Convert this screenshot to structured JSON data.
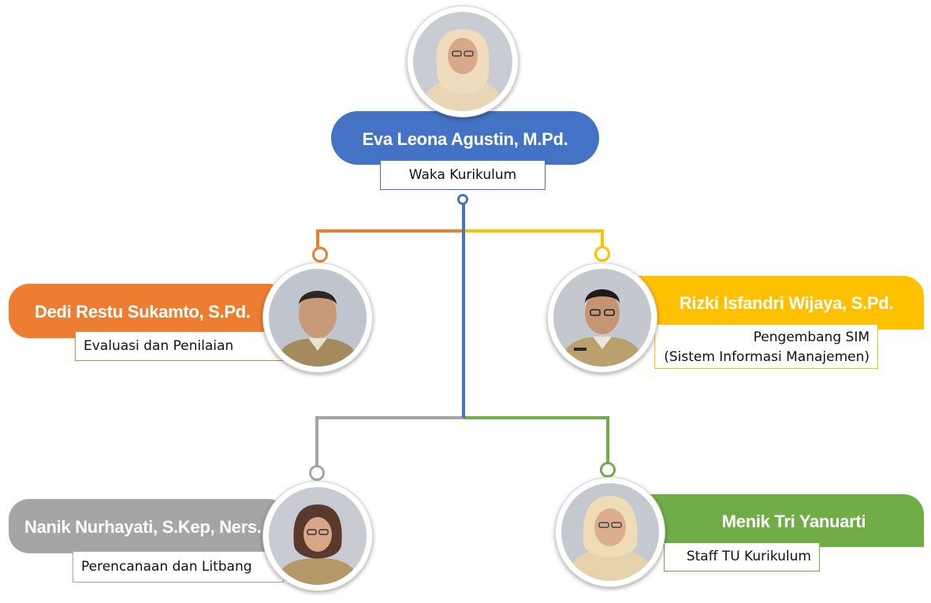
{
  "colors": {
    "blue": "#4472C4",
    "orange": "#ED7D31",
    "yellow": "#FFC000",
    "gray": "#A5A5A5",
    "green": "#70AD47"
  },
  "head": {
    "name": "Eva Leona Agustin, M.Pd.",
    "role": "Waka Kurikulum"
  },
  "members": [
    {
      "id": "dedi",
      "name": "Dedi Restu Sukamto, S.Pd.",
      "role_lines": [
        "Evaluasi dan Penilaian"
      ]
    },
    {
      "id": "rizki",
      "name": "Rizki Isfandri Wijaya, S.Pd.",
      "role_lines": [
        "Pengembang SIM",
        "(Sistem Informasi Manajemen)"
      ]
    },
    {
      "id": "nanik",
      "name": "Nanik Nurhayati, S.Kep, Ners.",
      "role_lines": [
        "Perencanaan dan Litbang"
      ]
    },
    {
      "id": "menik",
      "name": "Menik Tri Yanuarti",
      "role_lines": [
        "Staff TU Kurikulum"
      ]
    }
  ]
}
